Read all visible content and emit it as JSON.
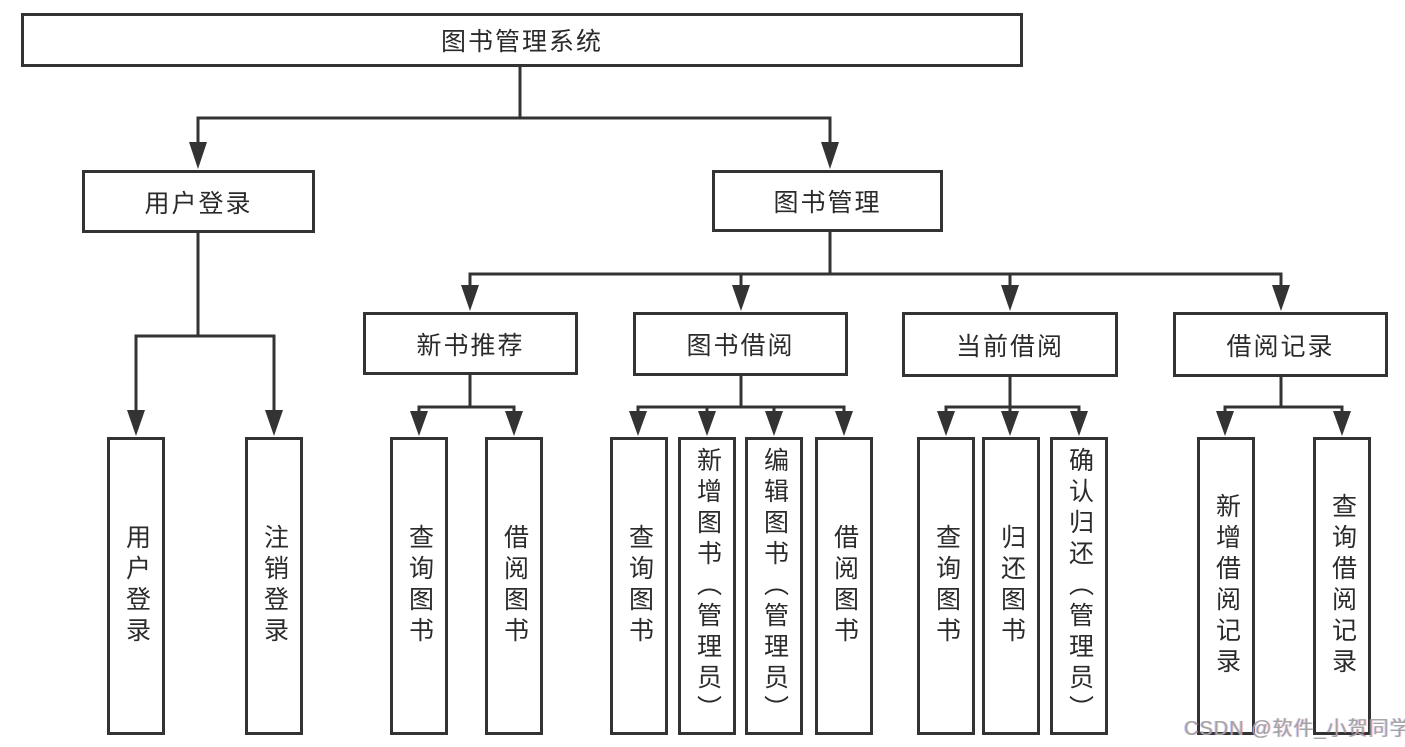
{
  "colors": {
    "line": "#333333",
    "box_border": "#333333",
    "text": "#2b2b2b",
    "watermark": "#a3a3a3"
  },
  "diagram": {
    "root": {
      "label": "图书管理系统"
    },
    "groups": [
      {
        "label": "用户登录",
        "children": [
          "用户登录",
          "注销登录"
        ]
      },
      {
        "label": "图书管理",
        "subgroups": [
          {
            "label": "新书推荐",
            "children": [
              "查询图书",
              "借阅图书"
            ]
          },
          {
            "label": "图书借阅",
            "children": [
              "查询图书",
              "新增图书（管理员）",
              "编辑图书（管理员）",
              "借阅图书"
            ]
          },
          {
            "label": "当前借阅",
            "children": [
              "查询图书",
              "归还图书",
              "确认归还（管理员）"
            ]
          },
          {
            "label": "借阅记录",
            "children": [
              "新增借阅记录",
              "查询借阅记录"
            ]
          }
        ]
      }
    ]
  },
  "watermark": {
    "text": "CSDN @软件_小贺同学"
  }
}
